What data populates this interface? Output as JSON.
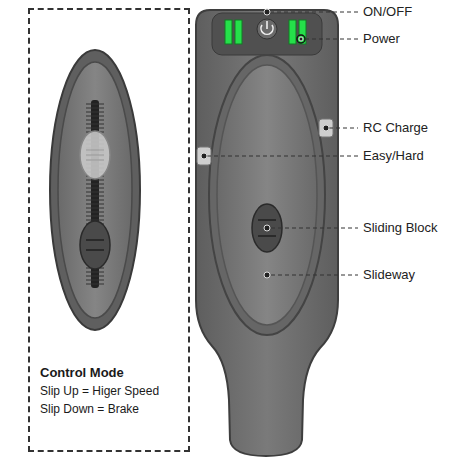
{
  "diagram": {
    "nodes": [
      {
        "text": [
          "Control Mode",
          "Slip Up = Higer Speed",
          "Slip Down = Brake"
        ]
      }
    ],
    "labels": [
      "ON/OFF",
      "Power",
      "RC Charge",
      "Easy/Hard",
      "Sliding Block",
      "Slideway"
    ]
  }
}
